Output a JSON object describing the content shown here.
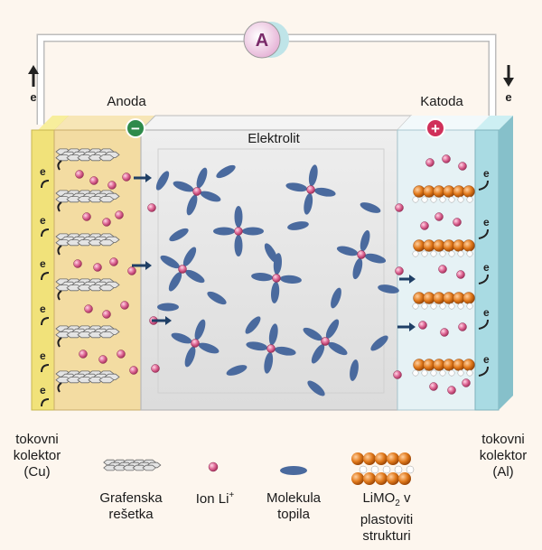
{
  "ammeter": {
    "symbol": "A"
  },
  "electron_symbol": "e",
  "anode": {
    "title": "Anoda",
    "sign": "−"
  },
  "cathode": {
    "title": "Katoda",
    "sign": "+"
  },
  "electrolyte": {
    "title": "Elektrolit"
  },
  "collector_left": {
    "line1": "tokovni",
    "line2": "kolektor",
    "line3": "(Cu)"
  },
  "collector_right": {
    "line1": "tokovni",
    "line2": "kolektor",
    "line3": "(Al)"
  },
  "legend": {
    "graphene": {
      "line1": "Grafenska",
      "line2": "rešetka"
    },
    "ion": {
      "text": "Ion Li",
      "sup": "+"
    },
    "solvent": {
      "line1": "Molekula",
      "line2": "topila"
    },
    "limo2": {
      "pre": "LiMO",
      "sub": "2",
      "post": " v",
      "line2": "plastoviti",
      "line3": "strukturi"
    }
  },
  "colors": {
    "anode_bg": "#f3dca2",
    "copper": "#f1e27a",
    "aluminum": "#a9dbe3",
    "cathode_bg": "#e6f2f5",
    "electrolyte": "#e4e4e4",
    "ion": "#d8578a",
    "solvent": "#4a6a9e",
    "oxide": "#e07a1f",
    "wire": "#ffffff",
    "sign_minus": "#2e8a4a",
    "sign_plus": "#d0305a"
  }
}
